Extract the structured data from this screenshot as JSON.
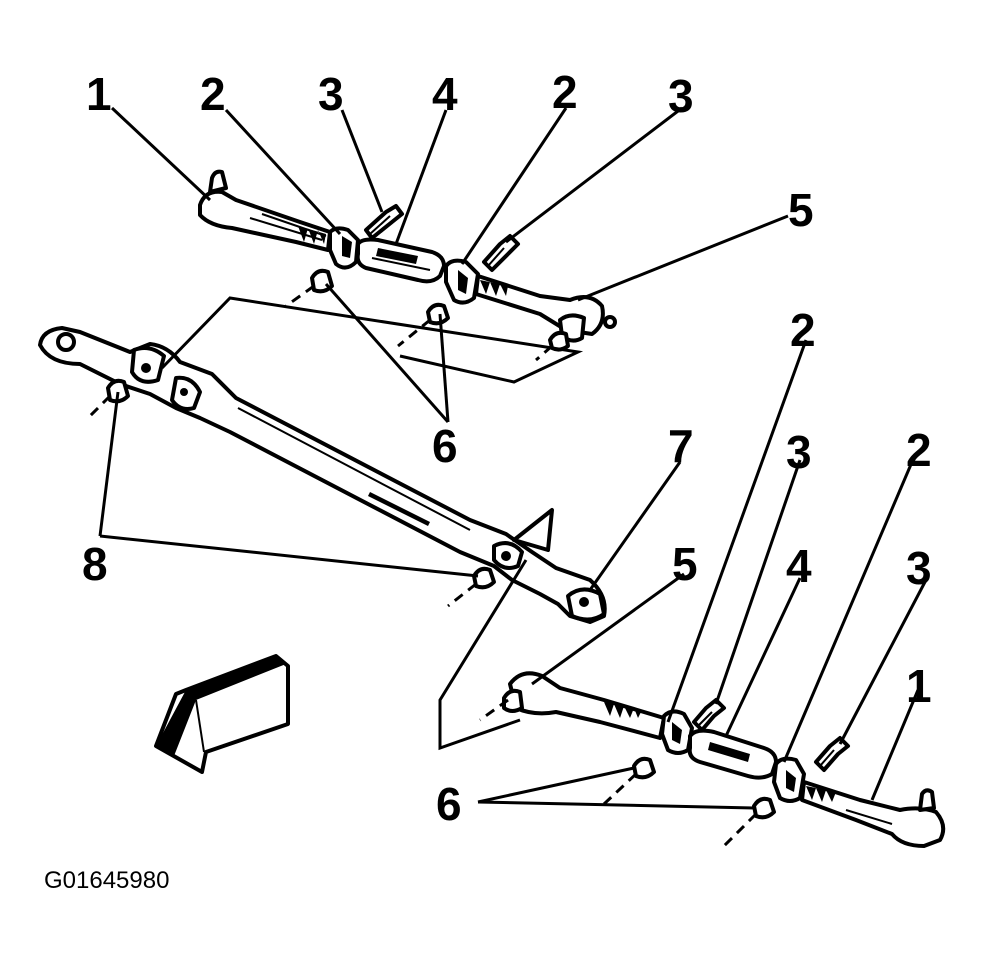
{
  "callouts": {
    "top": [
      "1",
      "2",
      "3",
      "4",
      "2",
      "3",
      "5",
      "6"
    ],
    "center": [
      "7",
      "8"
    ],
    "bottom": [
      "2",
      "3",
      "2",
      "3",
      "5",
      "4",
      "1",
      "6"
    ]
  },
  "figure_id": "G01645980",
  "colors": {
    "ink": "#000000",
    "paper": "#ffffff"
  },
  "icons": {
    "direction_arrow": "front-direction-arrow-icon"
  }
}
